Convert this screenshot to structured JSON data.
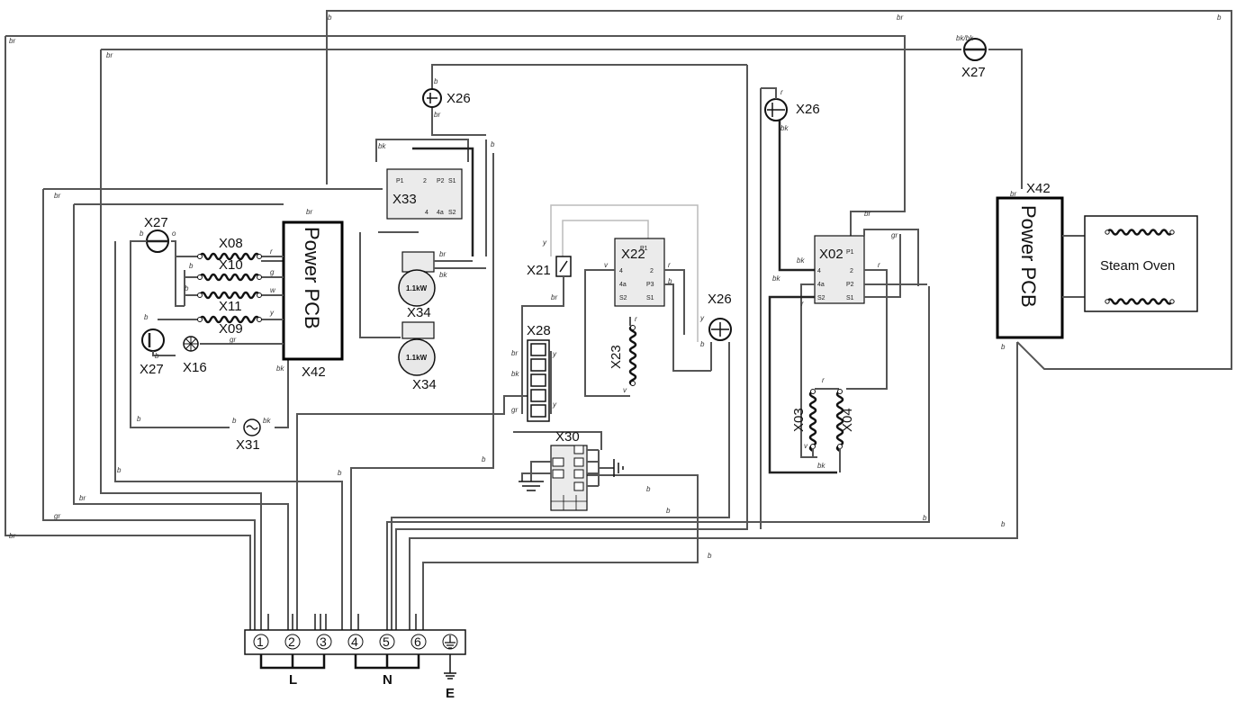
{
  "components": {
    "pcb_left": {
      "title": "Power PCB",
      "label": "X42"
    },
    "pcb_right": {
      "title": "Power PCB",
      "label": "X42"
    },
    "steam_oven": "Steam Oven",
    "x27_a": "X27",
    "x27_b": "X27",
    "x27_top": "X27",
    "x08": "X08",
    "x10": "X10",
    "x11": "X11",
    "x09": "X09",
    "x16": "X16",
    "x31": "X31",
    "x33": "X33",
    "x34_a": "X34",
    "x34_b": "X34",
    "motor_rating": "1.1kW",
    "x26_a": "X26",
    "x26_b": "X26",
    "x26_c": "X26",
    "x21": "X21",
    "x22": "X22",
    "x23": "X23",
    "x28": "X28",
    "x30": "X30",
    "x02": "X02",
    "x03": "X03",
    "x04": "X04"
  },
  "terminals": {
    "numbers": [
      "1",
      "2",
      "3",
      "4",
      "5",
      "6"
    ],
    "L": "L",
    "N": "N",
    "E": "E"
  },
  "wire_codes": {
    "br": "br",
    "b": "b",
    "bk": "bk",
    "r": "r",
    "g": "g",
    "w": "w",
    "y": "y",
    "v": "v",
    "o": "o",
    "gr": "gr",
    "bkbk": "bk/bk"
  },
  "switch_pins": {
    "p1": "P1",
    "p2": "P2",
    "p3": "P3",
    "s1": "S1",
    "s2": "S2",
    "p2x": "2",
    "p4": "4",
    "p4a": "4a"
  },
  "colors": {
    "wire": "#555555",
    "wire_dark": "#222222",
    "box_fill": "#ebebeb"
  }
}
